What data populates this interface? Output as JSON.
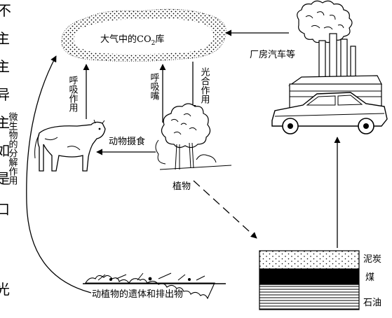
{
  "atmosphere": {
    "label": "大气中的CO",
    "subscript": "2",
    "suffix": "库"
  },
  "factory_label": "厂房汽车等",
  "respiration_animal": "呼吸作用",
  "respiration_plant": "呼吸嘴",
  "photosynthesis": "光合作用",
  "decomposition": "微生物的分解作用",
  "animal_feeding": "动物摄食",
  "plant_label": "植物",
  "remains_label": "动植物的遗体和排出物",
  "fossil_layers": [
    "泥炭",
    "煤",
    "石油"
  ],
  "left_edge_glyphs": [
    "不",
    "主",
    "主",
    "异",
    "主",
    "如",
    "是",
    "口",
    "光"
  ]
}
